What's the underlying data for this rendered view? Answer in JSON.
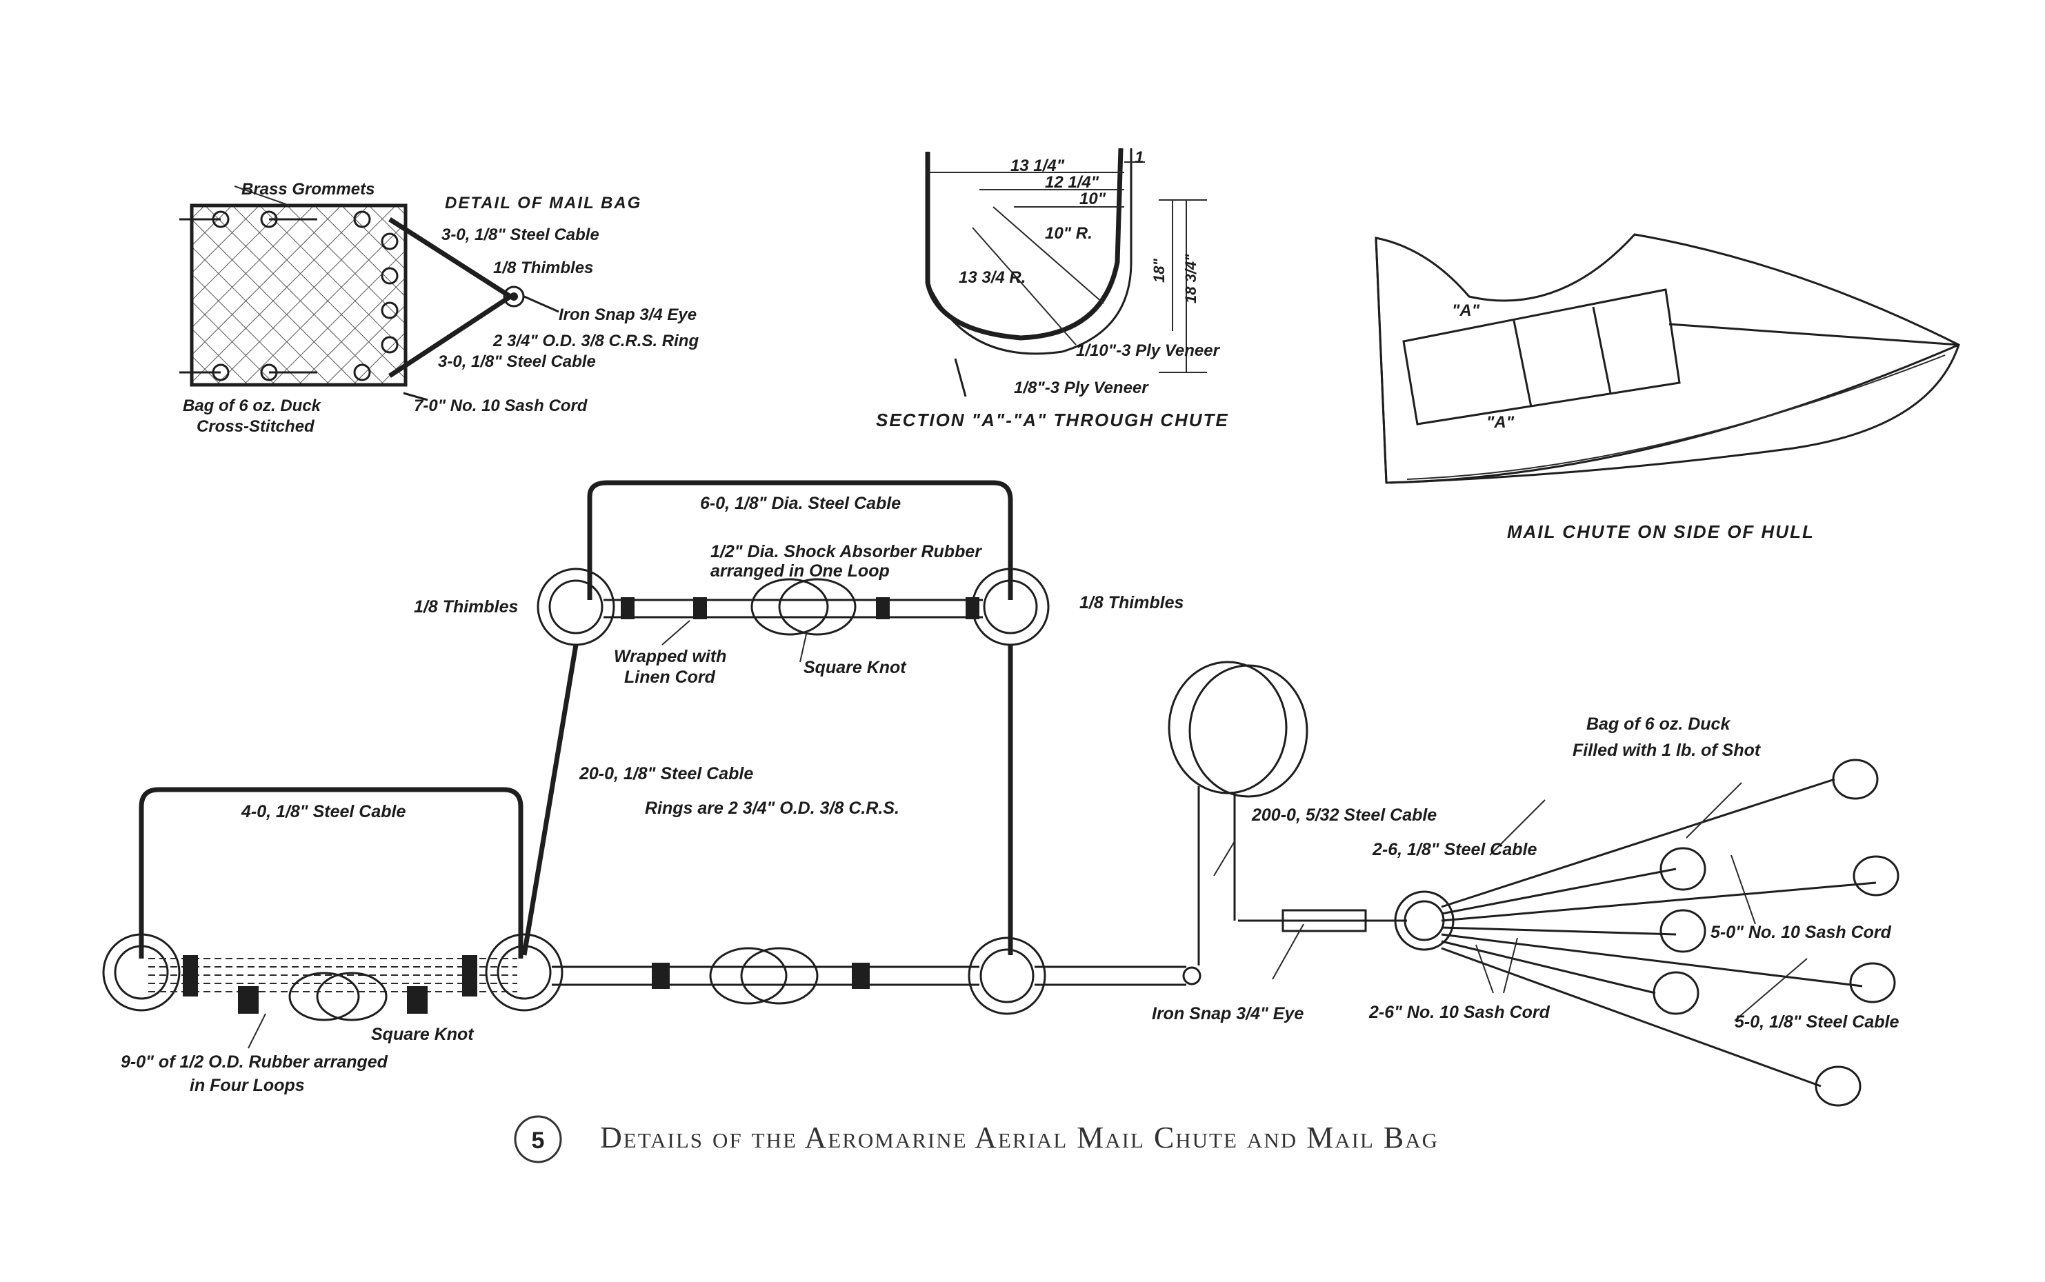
{
  "figure_number": "5",
  "caption": "Details of the Aeromarine Aerial Mail Chute and Mail Bag",
  "mail_bag_detail": {
    "title": "DETAIL OF MAIL BAG",
    "grommets": "Brass Grommets",
    "cable_top": "3-0, 1/8\" Steel Cable",
    "thimbles": "1/8 Thimbles",
    "snap": "Iron Snap 3/4 Eye",
    "ring": "2 3/4\" O.D. 3/8 C.R.S. Ring",
    "cable_bottom": "3-0, 1/8\" Steel Cable",
    "bag_line1": "Bag of 6 oz. Duck",
    "bag_line2": "Cross-Stitched",
    "sash_cord": "7-0\" No. 10 Sash Cord"
  },
  "section": {
    "dim1": "13 1/4\"",
    "dim2": "12 1/4\"",
    "dim3": "10\"",
    "dim_small": "1",
    "radius1": "10\" R.",
    "radius2": "13 3/4 R.",
    "height1": "18\"",
    "height2": "18 3/4\"",
    "veneer1": "1/10\"-3 Ply Veneer",
    "veneer2": "1/8\"-3 Ply Veneer",
    "title": "SECTION \"A\"-\"A\" THROUGH CHUTE"
  },
  "hull": {
    "label_a_top": "\"A\"",
    "label_a_bottom": "\"A\"",
    "title": "MAIL CHUTE ON SIDE OF HULL"
  },
  "assembly": {
    "cable_top": "6-0, 1/8\" Dia. Steel Cable",
    "rubber_line1": "1/2\" Dia. Shock Absorber Rubber",
    "rubber_line2": "arranged in One Loop",
    "thimbles_left": "1/8 Thimbles",
    "thimbles_right": "1/8 Thimbles",
    "wrapped_line1": "Wrapped with",
    "wrapped_line2": "Linen Cord",
    "square_knot_top": "Square Knot",
    "cable_20": "20-0, 1/8\" Steel Cable",
    "rings": "Rings are 2 3/4\" O.D. 3/8 C.R.S.",
    "cable_4": "4-0, 1/8\" Steel Cable",
    "square_knot_bottom": "Square Knot",
    "rubber_four_line1": "9-0\" of 1/2 O.D. Rubber arranged",
    "rubber_four_line2": "in Four Loops",
    "iron_snap": "Iron Snap 3/4\" Eye",
    "cable_200": "200-0, 5/32 Steel Cable",
    "cable_2_6": "2-6, 1/8\" Steel Cable",
    "sash_2_6": "2-6\" No. 10 Sash Cord",
    "shot_bag_line1": "Bag of 6 oz. Duck",
    "shot_bag_line2": "Filled with 1 lb. of Shot",
    "sash_5_0": "5-0\" No. 10 Sash Cord",
    "cable_5_0": "5-0, 1/8\" Steel Cable"
  }
}
